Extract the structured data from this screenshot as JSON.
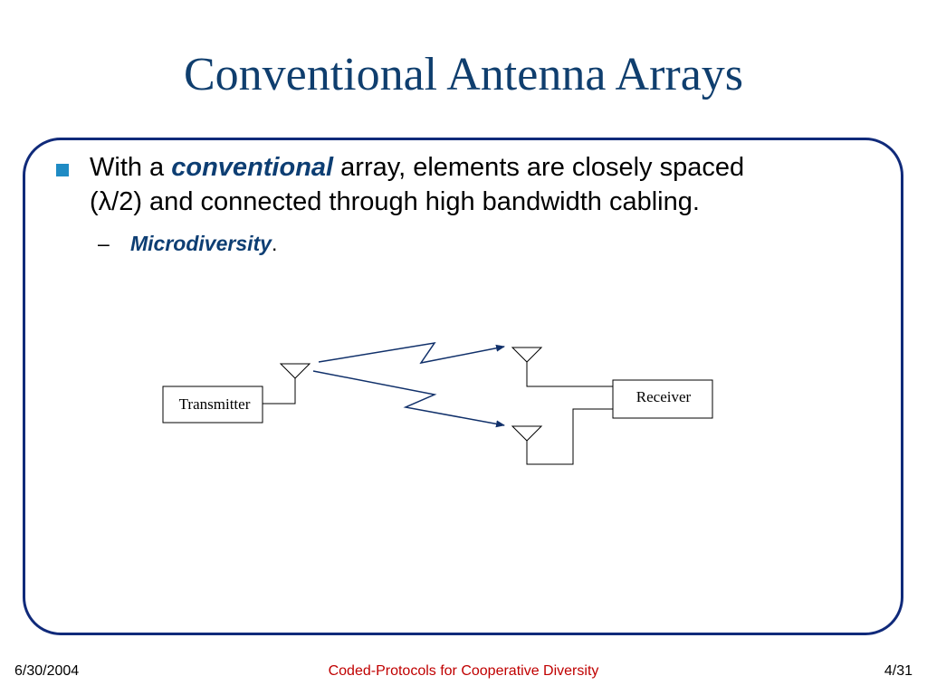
{
  "slide": {
    "title": "Conventional Antenna Arrays"
  },
  "bullet": {
    "prefix": "With a ",
    "emphasis": "conventional",
    "suffix_line1": " array, elements are closely spaced",
    "line2": "(λ/2) and connected through high bandwidth cabling."
  },
  "sub_bullet": {
    "dash": "–",
    "text": "Microdiversity",
    "trailing": "."
  },
  "diagram": {
    "transmitter_label": "Transmitter",
    "receiver_label": "Receiver"
  },
  "footer": {
    "date": "6/30/2004",
    "title": "Coded-Protocols for Cooperative Diversity",
    "page": "4/31"
  }
}
